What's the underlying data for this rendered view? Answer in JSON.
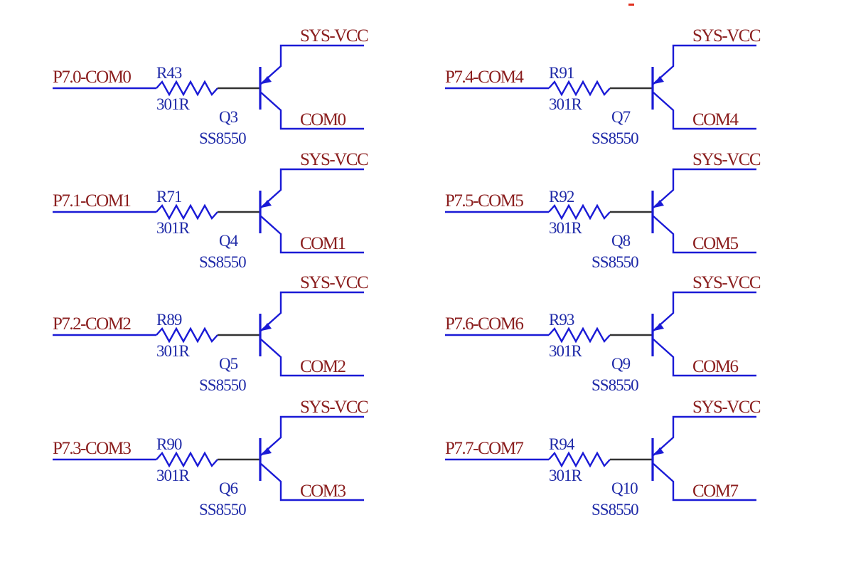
{
  "colors": {
    "net_label": "#8b1f1f",
    "part_label": "#1f2aa8",
    "wire": "#1a1ad6",
    "junction_wire": "#333333",
    "marker": "#e0301e"
  },
  "stages": [
    {
      "input_net": "P7.0-COM0",
      "resistor_ref": "R43",
      "resistor_value": "301R",
      "transistor_ref": "Q3",
      "transistor_part": "SS8550",
      "supply_net": "SYS-VCC",
      "output_net": "COM0"
    },
    {
      "input_net": "P7.1-COM1",
      "resistor_ref": "R71",
      "resistor_value": "301R",
      "transistor_ref": "Q4",
      "transistor_part": "SS8550",
      "supply_net": "SYS-VCC",
      "output_net": "COM1"
    },
    {
      "input_net": "P7.2-COM2",
      "resistor_ref": "R89",
      "resistor_value": "301R",
      "transistor_ref": "Q5",
      "transistor_part": "SS8550",
      "supply_net": "SYS-VCC",
      "output_net": "COM2"
    },
    {
      "input_net": "P7.3-COM3",
      "resistor_ref": "R90",
      "resistor_value": "301R",
      "transistor_ref": "Q6",
      "transistor_part": "SS8550",
      "supply_net": "SYS-VCC",
      "output_net": "COM3"
    },
    {
      "input_net": "P7.4-COM4",
      "resistor_ref": "R91",
      "resistor_value": "301R",
      "transistor_ref": "Q7",
      "transistor_part": "SS8550",
      "supply_net": "SYS-VCC",
      "output_net": "COM4"
    },
    {
      "input_net": "P7.5-COM5",
      "resistor_ref": "R92",
      "resistor_value": "301R",
      "transistor_ref": "Q8",
      "transistor_part": "SS8550",
      "supply_net": "SYS-VCC",
      "output_net": "COM5"
    },
    {
      "input_net": "P7.6-COM6",
      "resistor_ref": "R93",
      "resistor_value": "301R",
      "transistor_ref": "Q9",
      "transistor_part": "SS8550",
      "supply_net": "SYS-VCC",
      "output_net": "COM6"
    },
    {
      "input_net": "P7.7-COM7",
      "resistor_ref": "R94",
      "resistor_value": "301R",
      "transistor_ref": "Q10",
      "transistor_part": "SS8550",
      "supply_net": "SYS-VCC",
      "output_net": "COM7"
    }
  ]
}
